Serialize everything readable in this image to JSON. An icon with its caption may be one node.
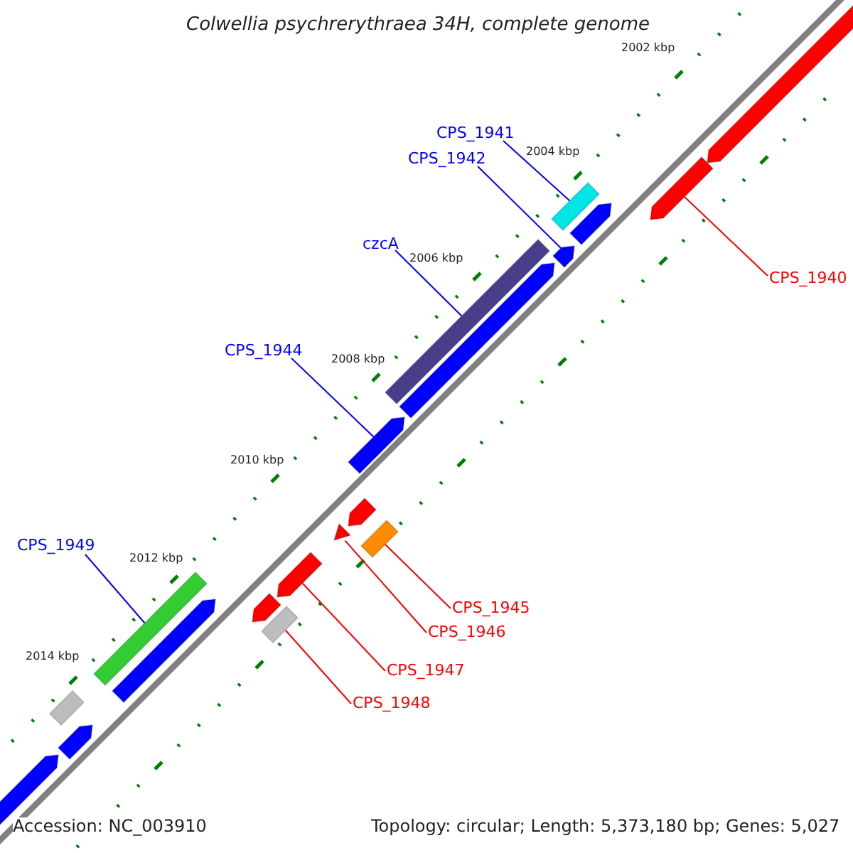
{
  "diagram": {
    "title": "Colwellia psychrerythraea 34H, complete genome",
    "nodes": [
      {
        "text": [
          "CPS_1941"
        ]
      },
      {
        "text": [
          "CPS_1942"
        ]
      },
      {
        "text": [
          "czcA"
        ]
      },
      {
        "text": [
          "CPS_1944"
        ]
      },
      {
        "text": [
          "CPS_1940"
        ]
      },
      {
        "text": [
          "CPS_1949"
        ]
      },
      {
        "text": [
          "CPS_1945"
        ]
      },
      {
        "text": [
          "CPS_1946"
        ]
      },
      {
        "text": [
          "CPS_1947"
        ]
      },
      {
        "text": [
          "CPS_1948"
        ]
      },
      {
        "text": [],
        "shape": "arrow"
      },
      {
        "text": [],
        "shape": "arrow"
      },
      {
        "text": [],
        "shape": "box"
      },
      {
        "text": [],
        "shape": "arrow"
      },
      {
        "text": [],
        "shape": "arrow"
      },
      {
        "text": [],
        "shape": "box"
      },
      {
        "text": [],
        "shape": "arrow"
      },
      {
        "text": [],
        "shape": "arrow"
      },
      {
        "text": [],
        "shape": "arrow"
      },
      {
        "text": [],
        "shape": "triangle"
      },
      {
        "text": [],
        "shape": "box"
      },
      {
        "text": [],
        "shape": "arrow"
      },
      {
        "text": [],
        "shape": "arrow"
      },
      {
        "text": [],
        "shape": "box"
      },
      {
        "text": [],
        "shape": "box"
      },
      {
        "text": [],
        "shape": "arrow"
      },
      {
        "text": [],
        "shape": "box"
      },
      {
        "text": [],
        "shape": "arrow"
      },
      {
        "text": [],
        "shape": "arrow"
      }
    ],
    "edges": [
      {
        "from": 0,
        "to": 12,
        "arrow": "none",
        "color": "#0000ff"
      },
      {
        "from": 1,
        "to": 14,
        "arrow": "none",
        "color": "#0000ff"
      },
      {
        "from": 2,
        "to": 15,
        "arrow": "none",
        "color": "#0000ff"
      },
      {
        "from": 3,
        "to": 17,
        "arrow": "none",
        "color": "#0000ff"
      },
      {
        "from": 4,
        "to": 11,
        "arrow": "none",
        "color": "#ff0000"
      },
      {
        "from": 5,
        "to": 24,
        "arrow": "none",
        "color": "#0000ff"
      },
      {
        "from": 6,
        "to": 20,
        "arrow": "none",
        "color": "#ff0000"
      },
      {
        "from": 7,
        "to": 19,
        "arrow": "none",
        "color": "#ff0000"
      },
      {
        "from": 8,
        "to": 21,
        "arrow": "none",
        "color": "#ff0000"
      },
      {
        "from": 9,
        "to": 23,
        "arrow": "none",
        "color": "#ff0000"
      }
    ],
    "labels": [
      "2002 kbp",
      "2004 kbp",
      "2006 kbp",
      "2008 kbp",
      "2010 kbp",
      "2012 kbp",
      "2014 kbp",
      "Accession: NC_003910",
      "Topology: circular; Length: 5,373,180 bp; Genes: 5,027"
    ]
  }
}
